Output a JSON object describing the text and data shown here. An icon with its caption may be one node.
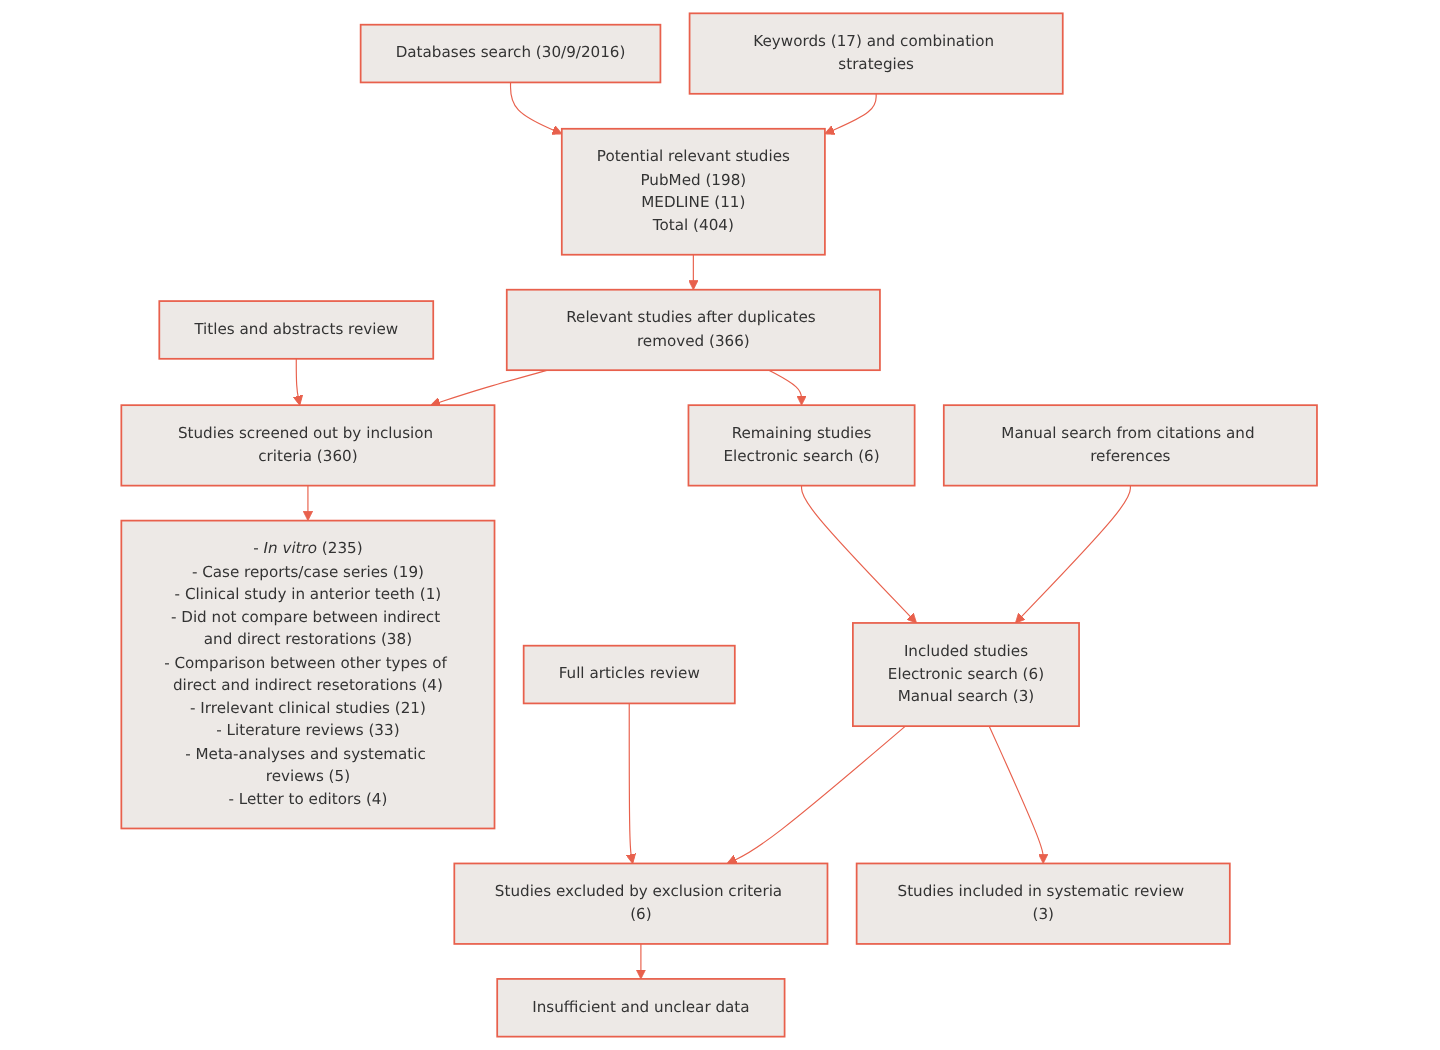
{
  "diagram": {
    "nodes": [
      {
        "text": [
          "Databases search (30/9/2016)"
        ]
      },
      {
        "text": [
          "Keywords (17) and combination strategies"
        ]
      },
      {
        "text": [
          "- *In vitro* (235)",
          "- Case reports/case series (19)",
          "- Clinical study in anterior teeth (1)",
          "- Did not compare between indirect and direct restorations (38)",
          "- Comparison between other types of direct and indirect resetorations (4)",
          "- Irrelevant clinical studies (21)",
          "- Literature reviews (33)",
          "- Meta-analyses and systematic reviews (5)",
          "- Letter to editors (4)"
        ]
      },
      {
        "text": [
          "Potential relevant studies",
          "PubMed (198)",
          "MEDLINE (11)",
          "Total (404)"
        ]
      },
      {
        "text": [
          "Relevant studies after duplicates removed (366)"
        ]
      },
      {
        "text": [
          "Studies screened out by inclusion criteria (360)"
        ]
      },
      {
        "text": [
          "Titles and abstracts review"
        ]
      },
      {
        "text": [
          "Remaining studies",
          "Electronic search (6)"
        ]
      },
      {
        "text": [
          "Manual search from citations and references"
        ]
      },
      {
        "text": [
          "Included studies",
          "Electronic search (6)",
          "Manual search (3)"
        ]
      },
      {
        "text": [
          "Insufficient and unclear data"
        ]
      },
      {
        "text": [
          "Full articles review"
        ]
      },
      {
        "text": [
          "Studies excluded by exclusion criteria (6)"
        ]
      },
      {
        "text": [
          "Studies included in systematic review (3)"
        ]
      }
    ],
    "edges": [
      {
        "from": 0,
        "to": 3,
        "arrow": "to"
      },
      {
        "from": 1,
        "to": 3,
        "arrow": "to"
      },
      {
        "from": 3,
        "to": 4,
        "arrow": "to"
      },
      {
        "from": 4,
        "to": 7,
        "arrow": "to"
      },
      {
        "from": 6,
        "to": 5,
        "arrow": "to"
      },
      {
        "from": 4,
        "to": 5,
        "arrow": "to"
      },
      {
        "from": 5,
        "to": 2,
        "arrow": "to"
      },
      {
        "from": 7,
        "to": 9,
        "arrow": "to"
      },
      {
        "from": 8,
        "to": 9,
        "arrow": "to"
      },
      {
        "from": 9,
        "to": 13,
        "arrow": "to"
      },
      {
        "from": 11,
        "to": 12,
        "arrow": "to"
      },
      {
        "from": 9,
        "to": 12,
        "arrow": "to"
      },
      {
        "from": 12,
        "to": 10,
        "arrow": "to"
      }
    ]
  }
}
